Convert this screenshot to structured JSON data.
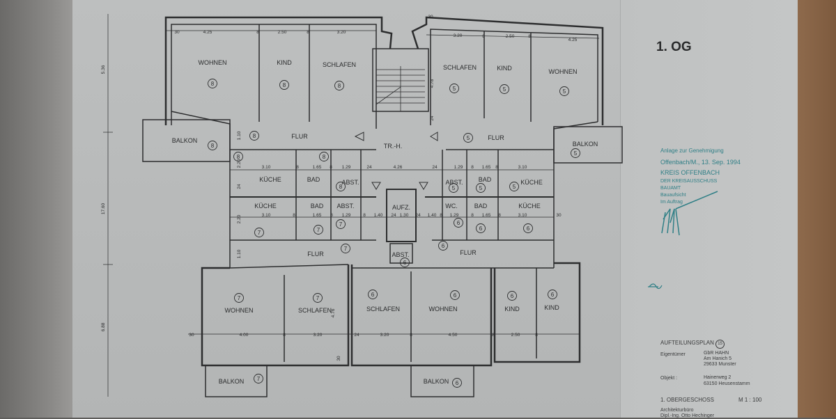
{
  "title": "1. OG",
  "rooms": [
    {
      "label": "WOHNEN",
      "unit": "8"
    },
    {
      "label": "KIND",
      "unit": "8"
    },
    {
      "label": "SCHLAFEN",
      "unit": "8"
    },
    {
      "label": "SCHLAFEN",
      "unit": "5"
    },
    {
      "label": "KIND",
      "unit": "5"
    },
    {
      "label": "WOHNEN",
      "unit": "5"
    },
    {
      "label": "BALKON",
      "unit": "8"
    },
    {
      "label": "FLUR",
      "unit": "8"
    },
    {
      "label": "TR.-H.",
      "unit": ""
    },
    {
      "label": "FLUR",
      "unit": "5"
    },
    {
      "label": "BALKON",
      "unit": "5"
    },
    {
      "label": "KÜCHE",
      "unit": "8"
    },
    {
      "label": "BAD",
      "unit": "8"
    },
    {
      "label": "ABST.",
      "unit": "8"
    },
    {
      "label": "ABST.",
      "unit": "5"
    },
    {
      "label": "BAD",
      "unit": "5"
    },
    {
      "label": "KÜCHE",
      "unit": "5"
    },
    {
      "label": "KÜCHE",
      "unit": "7"
    },
    {
      "label": "BAD",
      "unit": "7"
    },
    {
      "label": "ABST.",
      "unit": "7"
    },
    {
      "label": "AUFZ.",
      "unit": ""
    },
    {
      "label": "WC.",
      "unit": "6"
    },
    {
      "label": "BAD",
      "unit": "6"
    },
    {
      "label": "KÜCHE",
      "unit": "6"
    },
    {
      "label": "FLUR",
      "unit": "7"
    },
    {
      "label": "ABST.",
      "unit": "6"
    },
    {
      "label": "FLUR",
      "unit": "6"
    },
    {
      "label": "WOHNEN",
      "unit": "7"
    },
    {
      "label": "SCHLAFEN",
      "unit": "7"
    },
    {
      "label": "SCHLAFEN",
      "unit": "6"
    },
    {
      "label": "WOHNEN",
      "unit": "6"
    },
    {
      "label": "KIND",
      "unit": "6"
    },
    {
      "label": "KIND",
      "unit": "6"
    },
    {
      "label": "BALKON",
      "unit": "7"
    },
    {
      "label": "BALKON",
      "unit": "6"
    }
  ],
  "dimensions": {
    "top_left": [
      "30",
      "4.25",
      "8",
      "2.50",
      "8",
      "3.20"
    ],
    "top_right": [
      "30",
      "3.20",
      "8",
      "2.50",
      "8",
      "4.25"
    ],
    "middle_upper": [
      "3.10",
      "8",
      "1.65",
      "8",
      "1.29",
      "24",
      "4.26",
      "24",
      "1.29",
      "8",
      "1.65",
      "8",
      "3.10"
    ],
    "middle_lower": [
      "3.10",
      "8",
      "1.65",
      "8",
      "1.29",
      "8",
      "1.40",
      "24",
      "1.30",
      "24",
      "1.40",
      "8",
      "1.29",
      "8",
      "1.65",
      "8",
      "3.10",
      "30"
    ],
    "bottom": [
      "30",
      "4.00",
      "8",
      "3.20",
      "24",
      "3.20",
      "8",
      "4.50",
      "8",
      "2.50",
      "8"
    ],
    "vertical": [
      "5.36",
      "17.60",
      "6.88",
      "5.36",
      "2.20",
      "24",
      "2.20",
      "1.10",
      "1.10",
      "4.76",
      "4.78",
      "24",
      "30"
    ]
  },
  "stamp": {
    "line1": "Anlage zur Genehmigung",
    "line2": "Offenbach/M., 13. Sep. 1994",
    "line3": "KREIS OFFENBACH",
    "line4": "DER KREISAUSSCHUSS",
    "line5": "BAUAMT",
    "line6": "Bauaufsicht",
    "line7": "Im Auftrag",
    "color": "#2f7f86"
  },
  "titleblock": {
    "plan": "AUFTEILUNGSPLAN",
    "plan_no": "15",
    "owner_label": "Eigentümer",
    "owner1": "GbR HAHN",
    "owner2": "Am Hanich 5",
    "owner3": "29633 Munster",
    "object_label": "Objekt :",
    "object1": "Hainerweg 2",
    "object2": "63150 Heusenstamm",
    "floor": "1. OBERGESCHOSS",
    "scale": "M 1 : 100",
    "architect1": "Architekturbüro",
    "architect2": "Dipl.-Ing. Otto Hechinger"
  }
}
